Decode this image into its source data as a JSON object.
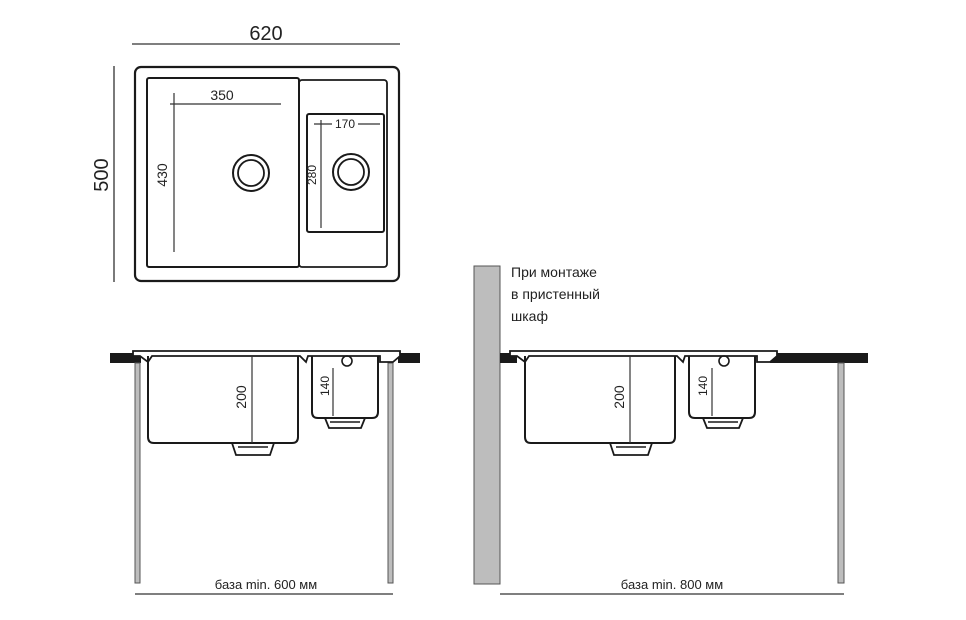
{
  "top_view": {
    "width_label": "620",
    "depth_label": "500",
    "main_bowl_width_label": "350",
    "main_bowl_depth_label": "430",
    "small_bowl_width_label": "170",
    "small_bowl_depth_label": "280"
  },
  "section_600": {
    "main_bowl_depth_label": "200",
    "small_bowl_depth_label": "140",
    "base_label": "база min. 600 мм"
  },
  "section_800": {
    "main_bowl_depth_label": "200",
    "small_bowl_depth_label": "140",
    "base_label": "база min. 800 мм",
    "note_lines": [
      "При монтаже",
      "в пристенный",
      "шкаф"
    ]
  }
}
